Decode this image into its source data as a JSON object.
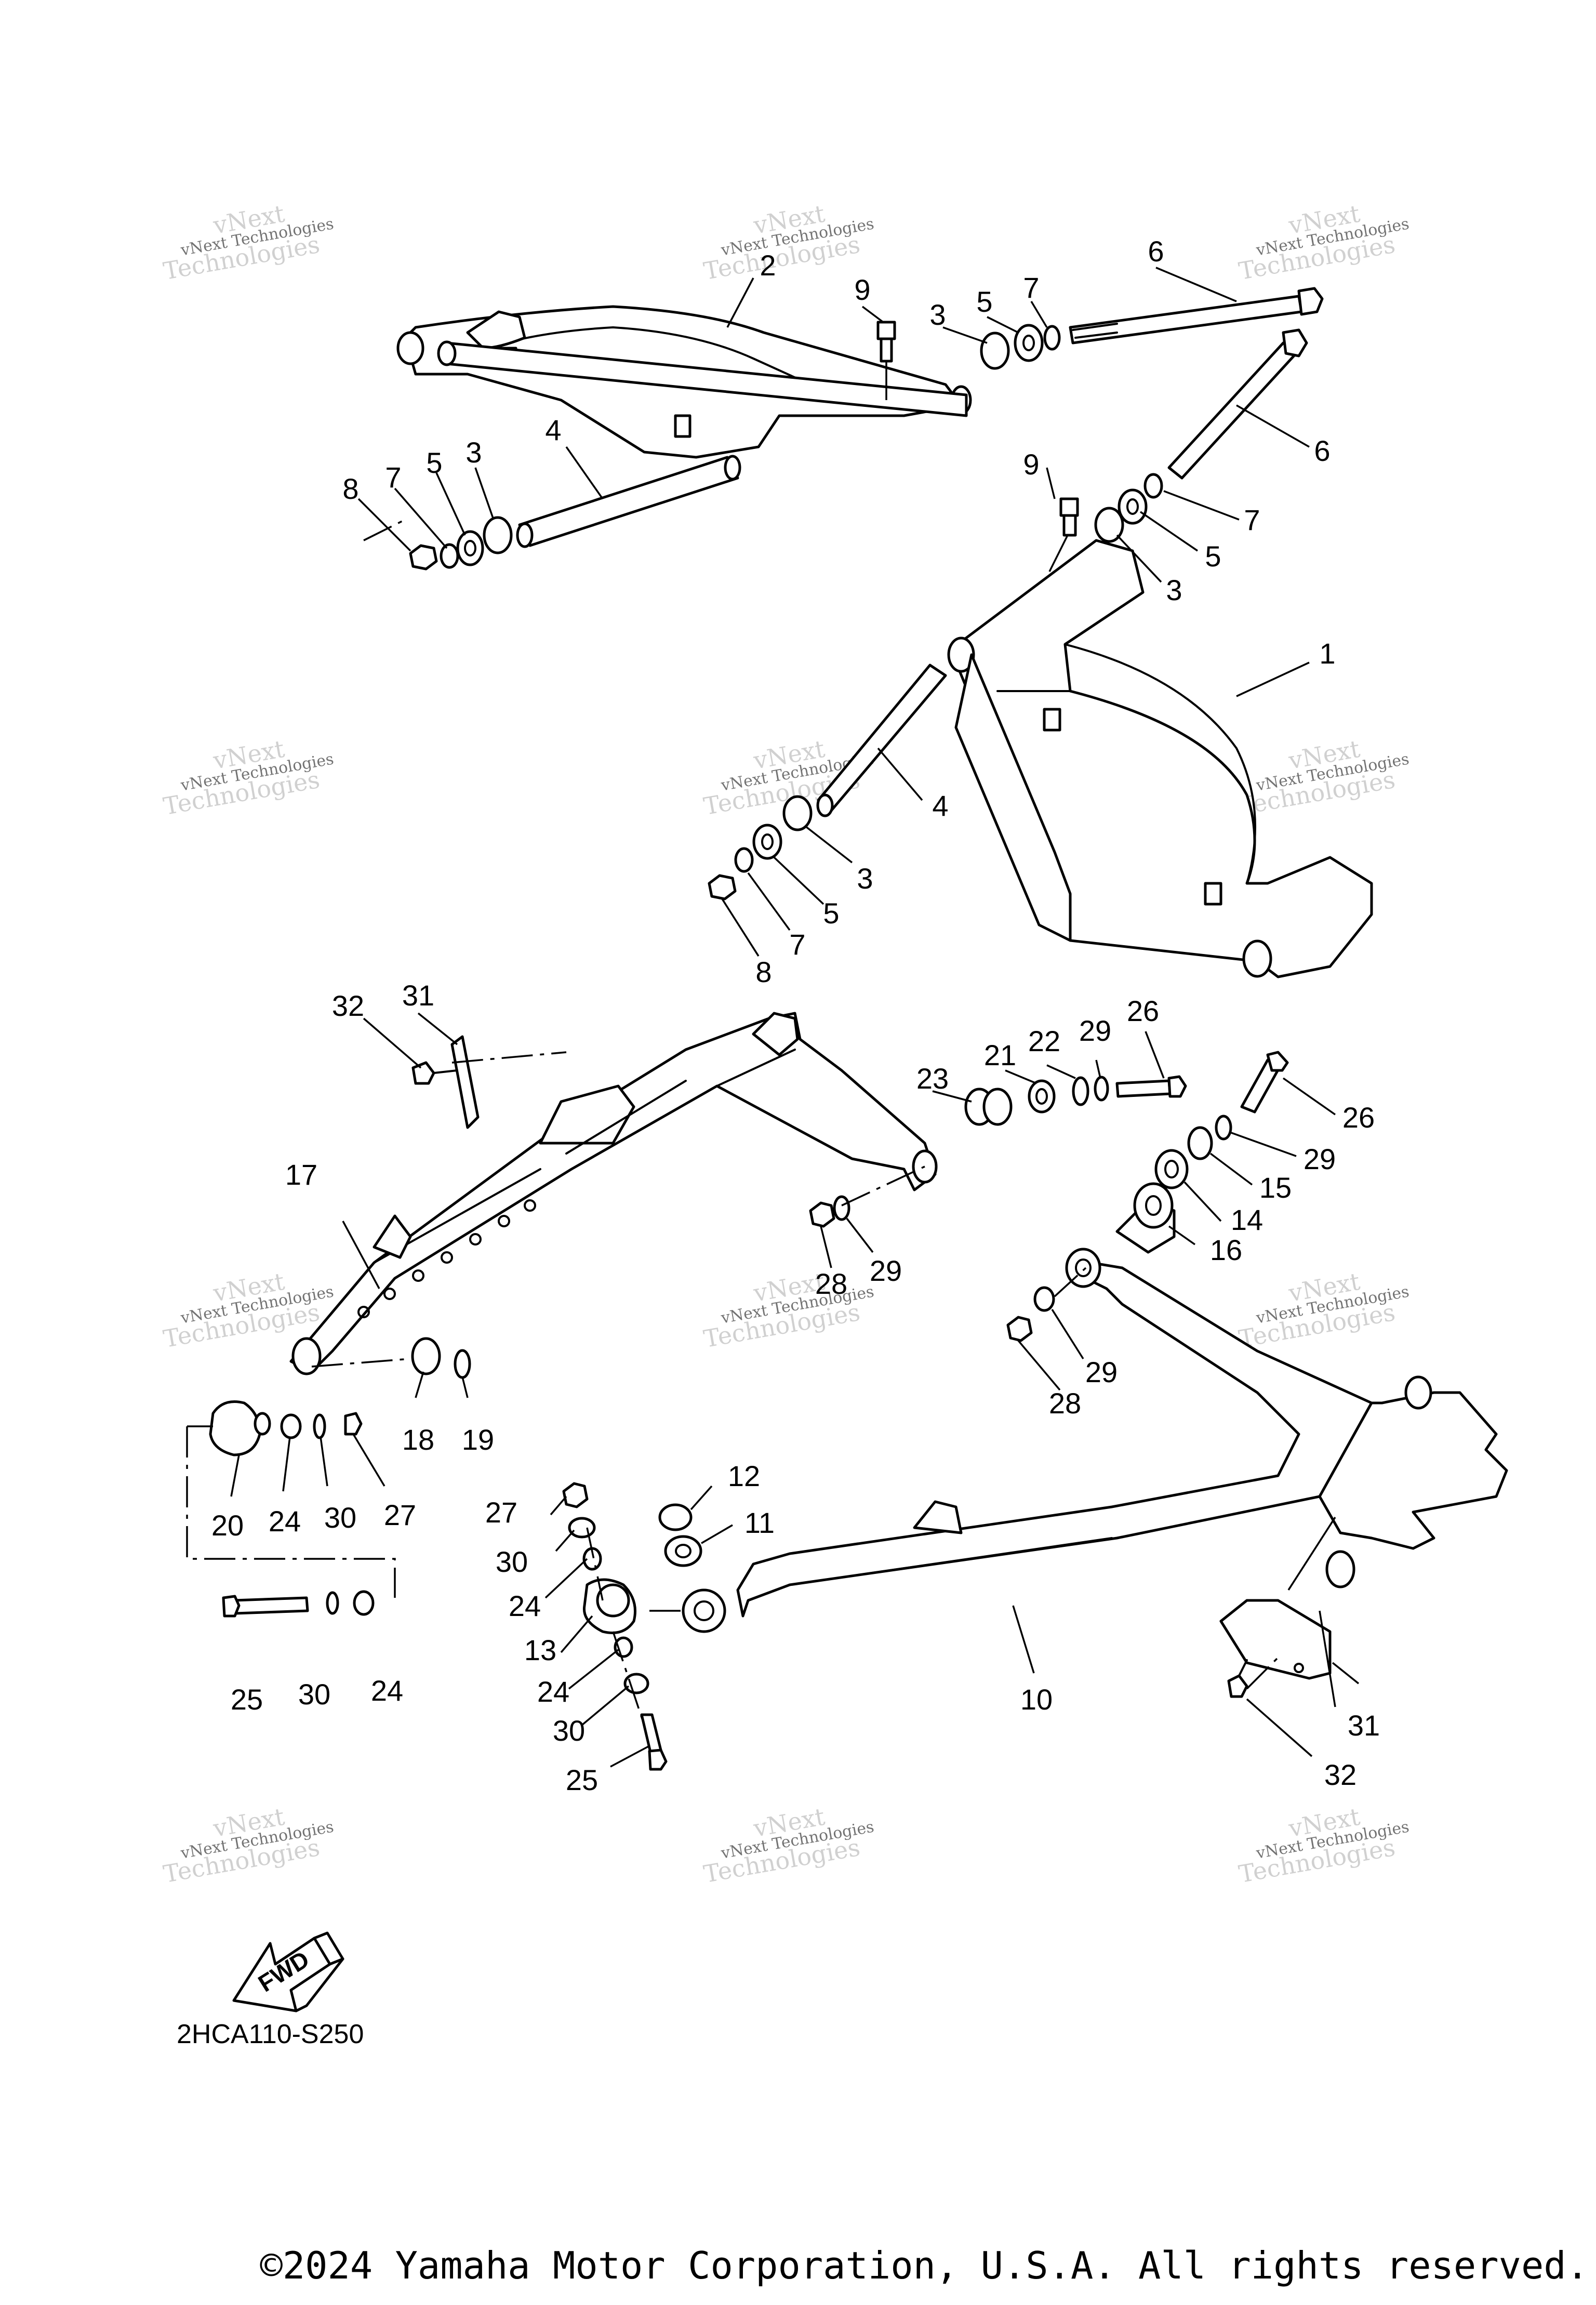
{
  "diagram_code": "2HCA110-S250",
  "copyright": "©2024 Yamaha Motor Corporation, U.S.A. All rights reserved.",
  "fwd_label": "FWD",
  "watermark": {
    "line1": "vNext Technologies",
    "line2": "vNext",
    "line3": "Technologies"
  },
  "callouts": {
    "c1": "1",
    "c2": "2",
    "c3a": "3",
    "c3b": "3",
    "c3c": "3",
    "c3d": "3",
    "c4a": "4",
    "c4b": "4",
    "c5a": "5",
    "c5b": "5",
    "c5c": "5",
    "c5d": "5",
    "c6a": "6",
    "c6b": "6",
    "c7a": "7",
    "c7b": "7",
    "c7c": "7",
    "c7d": "7",
    "c8a": "8",
    "c8b": "8",
    "c9a": "9",
    "c9b": "9",
    "c10": "10",
    "c11": "11",
    "c12": "12",
    "c13": "13",
    "c14": "14",
    "c15": "15",
    "c16": "16",
    "c17": "17",
    "c18": "18",
    "c19": "19",
    "c20": "20",
    "c21": "21",
    "c22": "22",
    "c23": "23",
    "c24a": "24",
    "c24b": "24",
    "c24c": "24",
    "c24d": "24",
    "c25a": "25",
    "c25b": "25",
    "c26a": "26",
    "c26b": "26",
    "c27a": "27",
    "c27b": "27",
    "c28a": "28",
    "c28b": "28",
    "c29a": "29",
    "c29b": "29",
    "c29c": "29",
    "c29d": "29",
    "c30a": "30",
    "c30b": "30",
    "c30c": "30",
    "c30d": "30",
    "c31a": "31",
    "c31b": "31",
    "c32a": "32",
    "c32b": "32"
  }
}
